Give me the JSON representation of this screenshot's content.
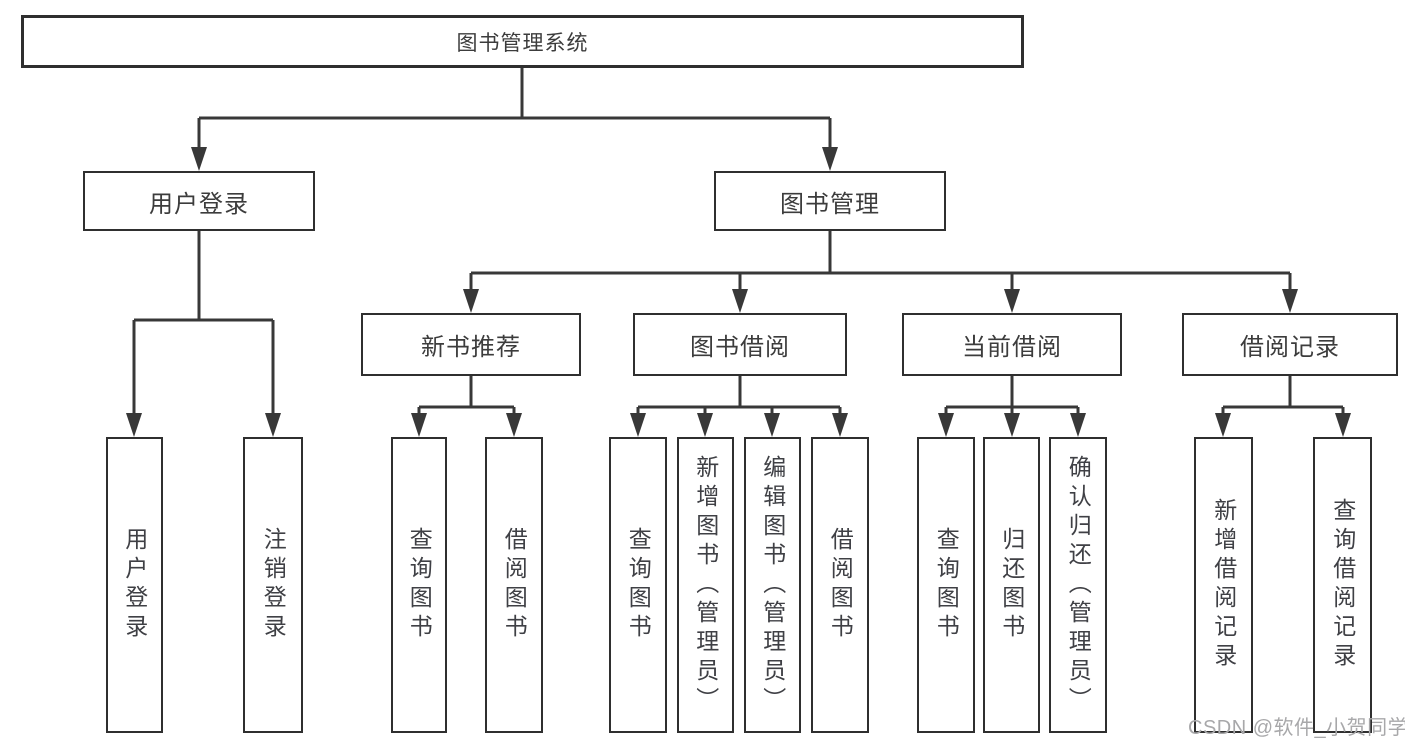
{
  "diagram": {
    "root": {
      "label": "图书管理系统"
    },
    "level2": [
      {
        "id": "user-login",
        "label": "用户登录"
      },
      {
        "id": "book-management",
        "label": "图书管理"
      }
    ],
    "level3": [
      {
        "id": "new-book-recommend",
        "label": "新书推荐"
      },
      {
        "id": "book-borrowing",
        "label": "图书借阅"
      },
      {
        "id": "current-borrowing",
        "label": "当前借阅"
      },
      {
        "id": "borrowing-records",
        "label": "借阅记录"
      }
    ],
    "leaves": {
      "user_login": [
        "用户登录",
        "注销登录"
      ],
      "new_book": [
        "查询图书",
        "借阅图书"
      ],
      "book_borrowing": [
        "查询图书",
        "新增图书（管理员）",
        "编辑图书（管理员）",
        "借阅图书"
      ],
      "current_borrowing": [
        "查询图书",
        "归还图书",
        "确认归还（管理员）"
      ],
      "borrowing_records": [
        "新增借阅记录",
        "查询借阅记录"
      ]
    },
    "line_color": "#383838",
    "border_color": "#2f2f2f",
    "text_color": "#3c3c3c"
  },
  "watermark": {
    "text": "CSDN @软件_小贺同学",
    "color": "#a8a8aa"
  }
}
